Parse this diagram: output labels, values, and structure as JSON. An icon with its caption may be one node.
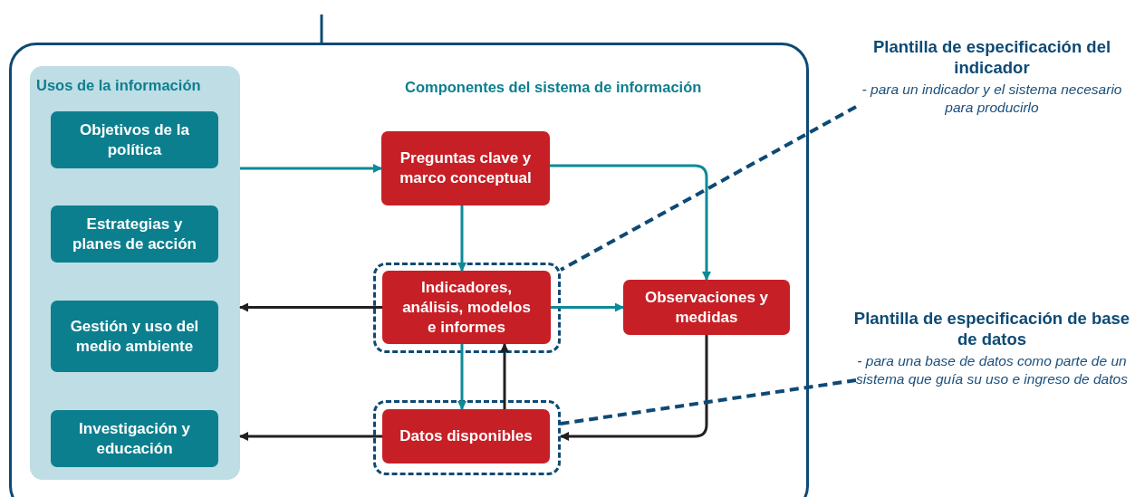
{
  "diagram": {
    "nodes": [
      {
        "text": [
          "Componentes del sistema de información"
        ]
      },
      {
        "text": [
          "Usos de la información"
        ],
        "in": 0
      },
      {
        "text": [
          "Objetivos de la política"
        ],
        "in": 1
      },
      {
        "text": [
          "Estrategias y planes de acción"
        ],
        "in": 1
      },
      {
        "text": [
          "Gestión y uso del medio ambiente"
        ],
        "in": 1
      },
      {
        "text": [
          "Investigación y educación"
        ],
        "in": 1
      },
      {
        "text": [
          "Preguntas clave y marco conceptual"
        ],
        "in": 0
      },
      {
        "text": [],
        "shape": "box",
        "in": 0
      },
      {
        "text": [
          "Indicadores, análisis, modelos e informes"
        ],
        "in": 7
      },
      {
        "text": [
          "Observaciones y medidas"
        ],
        "in": 0
      },
      {
        "text": [],
        "shape": "box",
        "in": 0
      },
      {
        "text": [
          "Datos disponibles"
        ],
        "in": 10
      },
      {
        "text": [
          "Plantilla de especificación del indicador",
          "- para un indicador y el sistema necesario para producirlo"
        ]
      },
      {
        "text": [
          "Plantilla de especificación de base de datos",
          "- para una base de datos como parte de un sistema que guía su uso e ingreso de datos"
        ]
      }
    ],
    "edges": [
      {
        "from": 1,
        "to": 6,
        "arrow": "to"
      },
      {
        "from": 6,
        "to": 8,
        "arrow": "to"
      },
      {
        "from": 6,
        "to": 9,
        "arrow": "to"
      },
      {
        "from": 8,
        "to": 9,
        "arrow": "to"
      },
      {
        "from": 8,
        "to": 11,
        "arrow": "to"
      },
      {
        "from": 11,
        "to": 8,
        "arrow": "to",
        "color": "#231f20"
      },
      {
        "from": 9,
        "to": 11,
        "arrow": "to",
        "color": "#231f20"
      },
      {
        "from": 8,
        "to": 1,
        "arrow": "to",
        "color": "#231f20"
      },
      {
        "from": 11,
        "to": 1,
        "arrow": "to",
        "color": "#231f20"
      },
      {
        "from": 12,
        "to": 7,
        "arrow": "none",
        "style": "dashed",
        "color": "#0d4a75"
      },
      {
        "from": 13,
        "to": 10,
        "arrow": "none",
        "style": "dashed",
        "color": "#0d4a75"
      },
      {
        "from": null,
        "to": 0,
        "arrow": "none",
        "color": "#0d4a75"
      }
    ]
  }
}
